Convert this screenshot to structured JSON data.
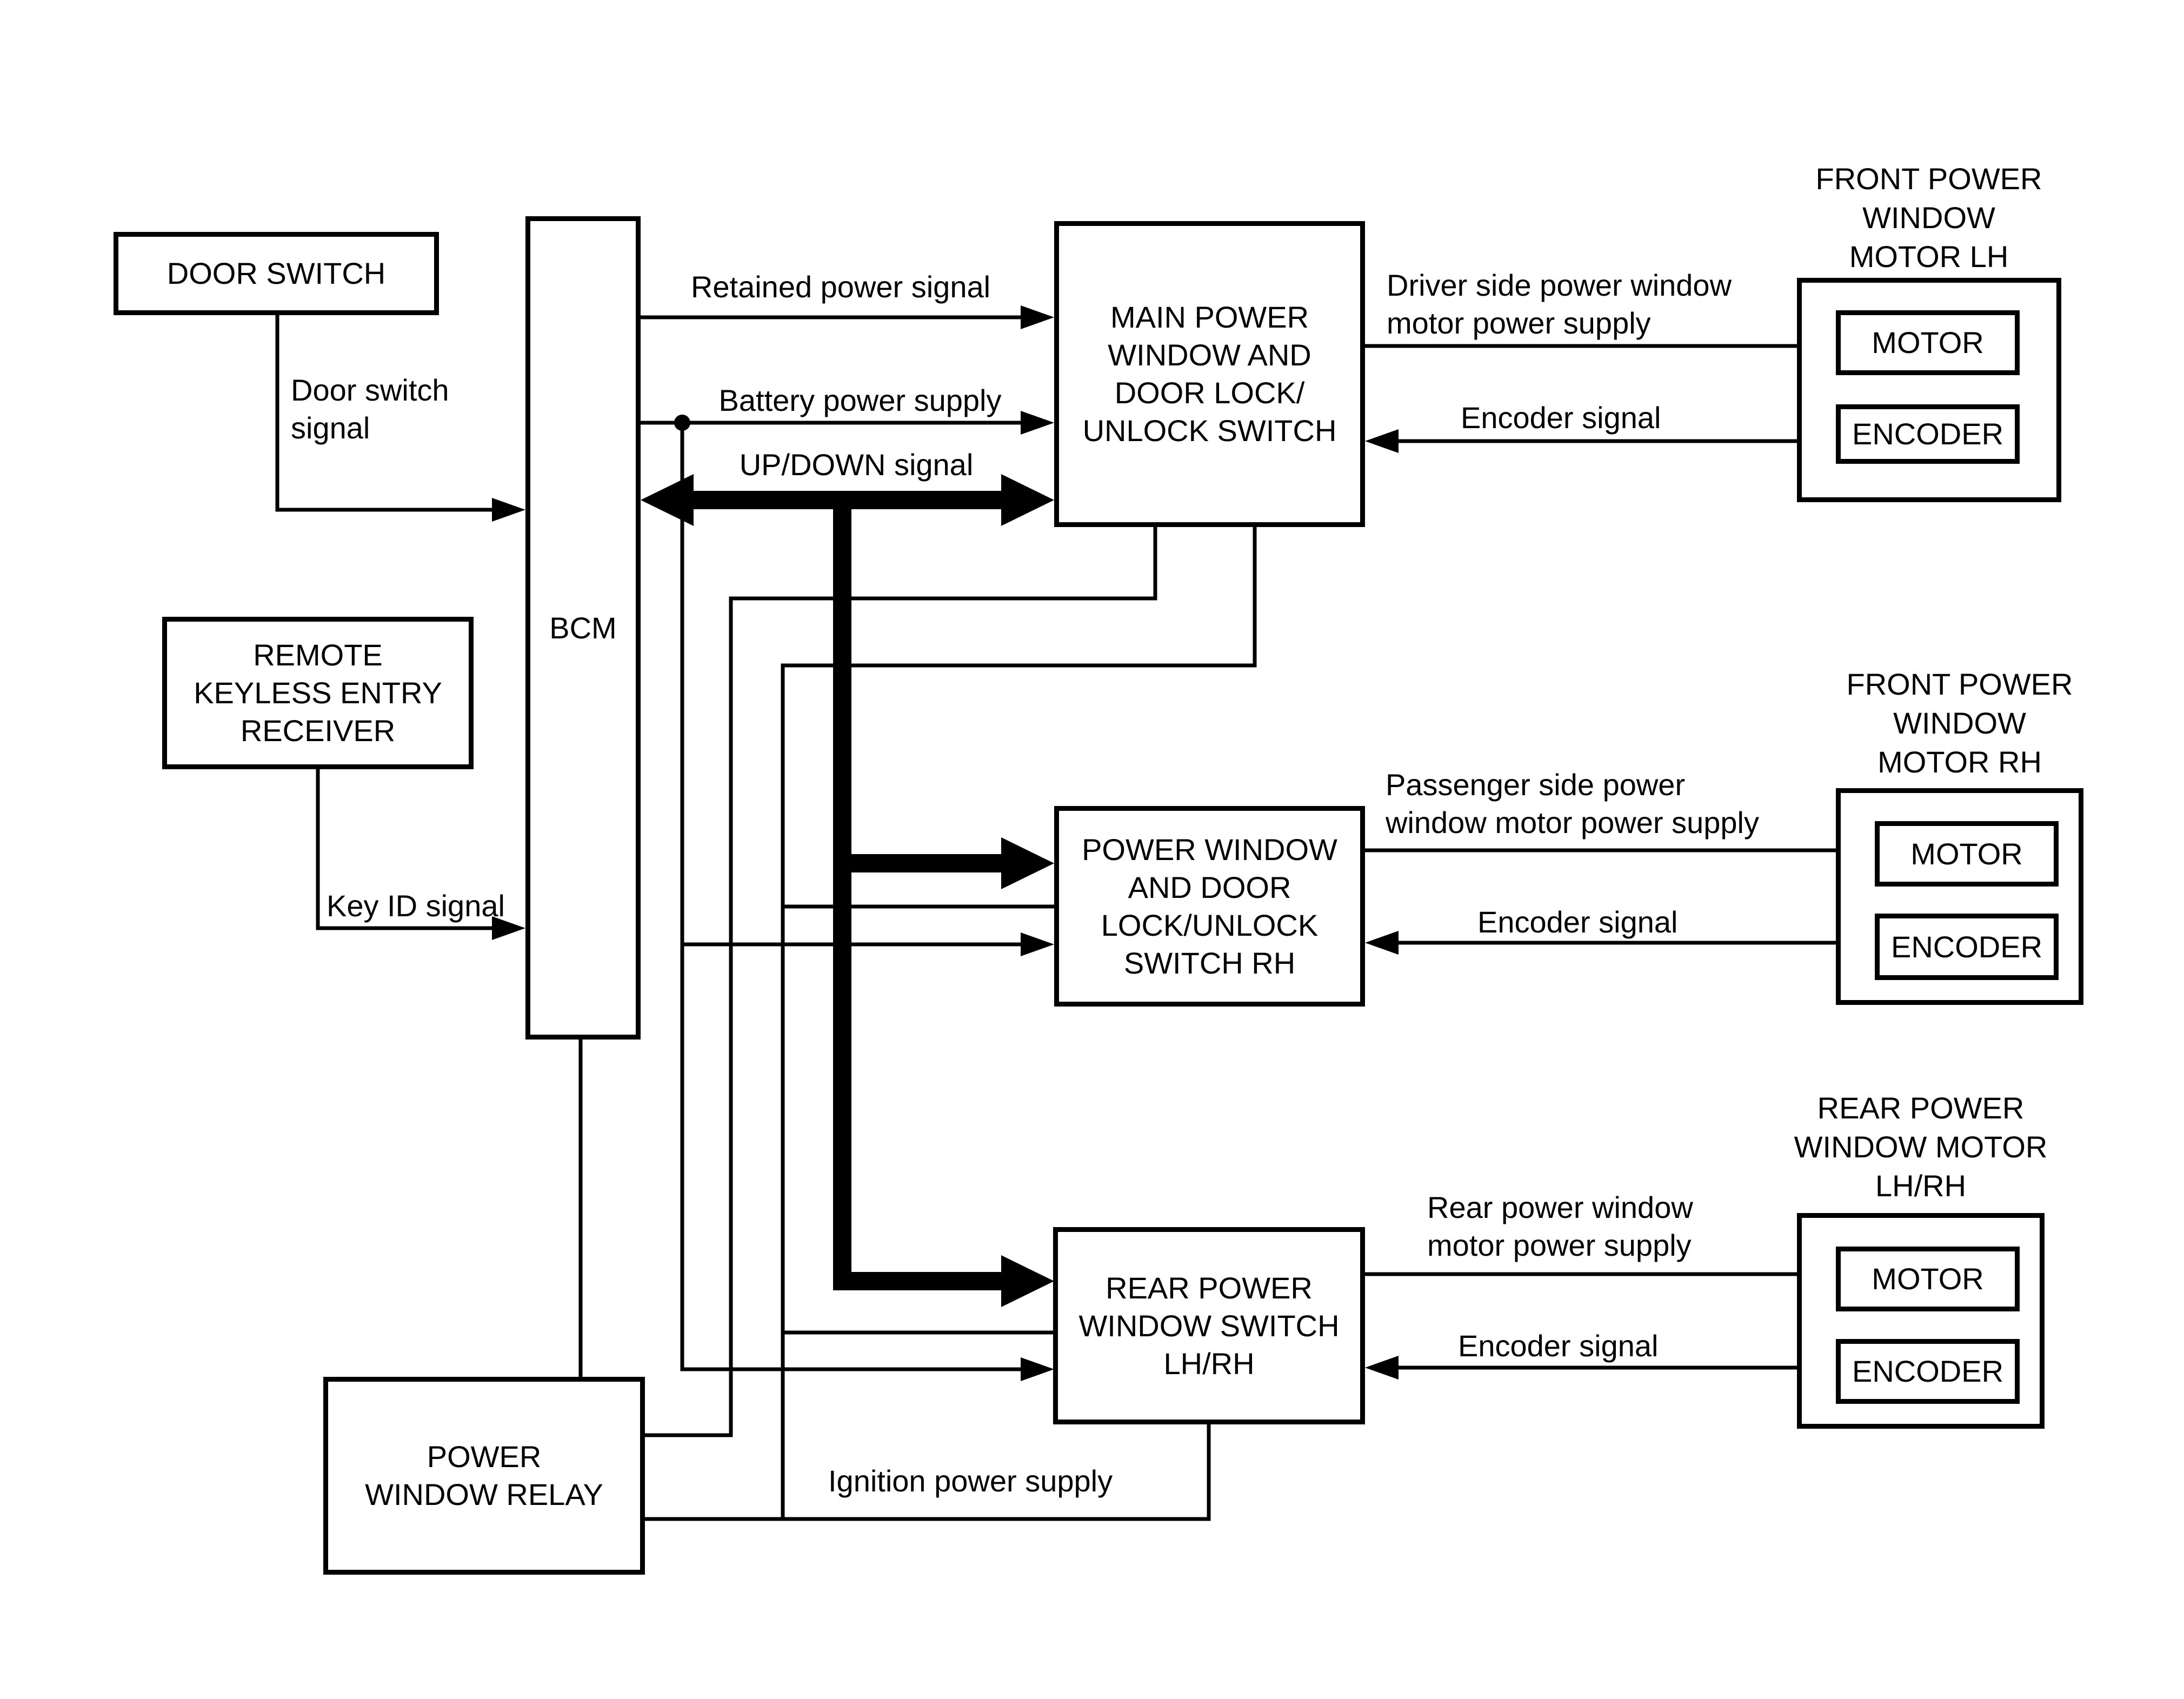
{
  "page": {
    "paper_color": "#ffffff",
    "ink_color": "#000000"
  },
  "left_column": {
    "door_switch_label": "DOOR SWITCH",
    "bcm_label": "BCM",
    "remote_keyless_lines": [
      "REMOTE",
      "KEYLESS ENTRY",
      "RECEIVER"
    ],
    "relay_lines": [
      "POWER",
      "WINDOW RELAY"
    ]
  },
  "switches": {
    "main_lines": [
      "MAIN POWER",
      "WINDOW AND",
      "DOOR LOCK/",
      "UNLOCK SWITCH"
    ],
    "rh_lines": [
      "POWER WINDOW",
      "AND DOOR",
      "LOCK/UNLOCK",
      "SWITCH RH"
    ],
    "rear_lines": [
      "REAR POWER",
      "WINDOW SWITCH",
      "LH/RH"
    ]
  },
  "motor_groups": [
    {
      "title_lines": [
        "FRONT POWER",
        "WINDOW",
        "MOTOR LH"
      ],
      "motor_label": "MOTOR",
      "encoder_label": "ENCODER",
      "supply_lines": [
        "Driver side power window",
        "motor power supply"
      ],
      "encoder_signal_label": "Encoder signal"
    },
    {
      "title_lines": [
        "FRONT POWER",
        "WINDOW",
        "MOTOR RH"
      ],
      "motor_label": "MOTOR",
      "encoder_label": "ENCODER",
      "supply_lines": [
        "Passenger side power",
        "window motor power supply"
      ],
      "encoder_signal_label": "Encoder signal"
    },
    {
      "title_lines": [
        "REAR POWER",
        "WINDOW MOTOR",
        "LH/RH"
      ],
      "motor_label": "MOTOR",
      "encoder_label": "ENCODER",
      "supply_lines": [
        "Rear power window",
        "motor power supply"
      ],
      "encoder_signal_label": "Encoder signal"
    }
  ],
  "wire_labels": {
    "door_switch_signal_lines": [
      "Door switch",
      "signal"
    ],
    "key_id_signal": "Key ID signal",
    "retained_power_signal": "Retained power signal",
    "battery_power_supply": "Battery power supply",
    "up_down_signal": "UP/DOWN signal",
    "ignition_power_supply": "Ignition power supply"
  }
}
